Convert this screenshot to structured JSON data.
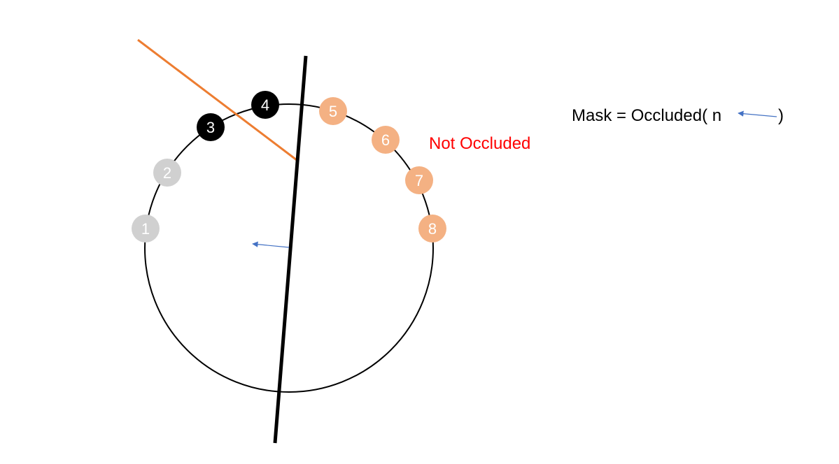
{
  "diagram": {
    "colors": {
      "background": "#ffffff",
      "circle": "#000000",
      "occluder_line": "#000000",
      "orange_line": "#ED7D31",
      "normal_arrow": "#4472C4",
      "not_occluded_text": "#FF0000",
      "formula_text": "#000000"
    },
    "nodes": [
      {
        "label": "1",
        "state": "gray",
        "fill": "#D0D0D0",
        "text_color": "#FFFFFF"
      },
      {
        "label": "2",
        "state": "gray",
        "fill": "#D0D0D0",
        "text_color": "#FFFFFF"
      },
      {
        "label": "3",
        "state": "occluded",
        "fill": "#000000",
        "text_color": "#FFFFFF"
      },
      {
        "label": "4",
        "state": "occluded",
        "fill": "#000000",
        "text_color": "#FFFFFF"
      },
      {
        "label": "5",
        "state": "not-occluded",
        "fill": "#F4B183",
        "text_color": "#FFFFFF"
      },
      {
        "label": "6",
        "state": "not-occluded",
        "fill": "#F4B183",
        "text_color": "#FFFFFF"
      },
      {
        "label": "7",
        "state": "not-occluded",
        "fill": "#F4B183",
        "text_color": "#FFFFFF"
      },
      {
        "label": "8",
        "state": "not-occluded",
        "fill": "#F4B183",
        "text_color": "#FFFFFF"
      }
    ],
    "not_occluded_label": "Not Occluded",
    "formula": {
      "prefix": "Mask = Occluded( n",
      "suffix": ")"
    }
  }
}
